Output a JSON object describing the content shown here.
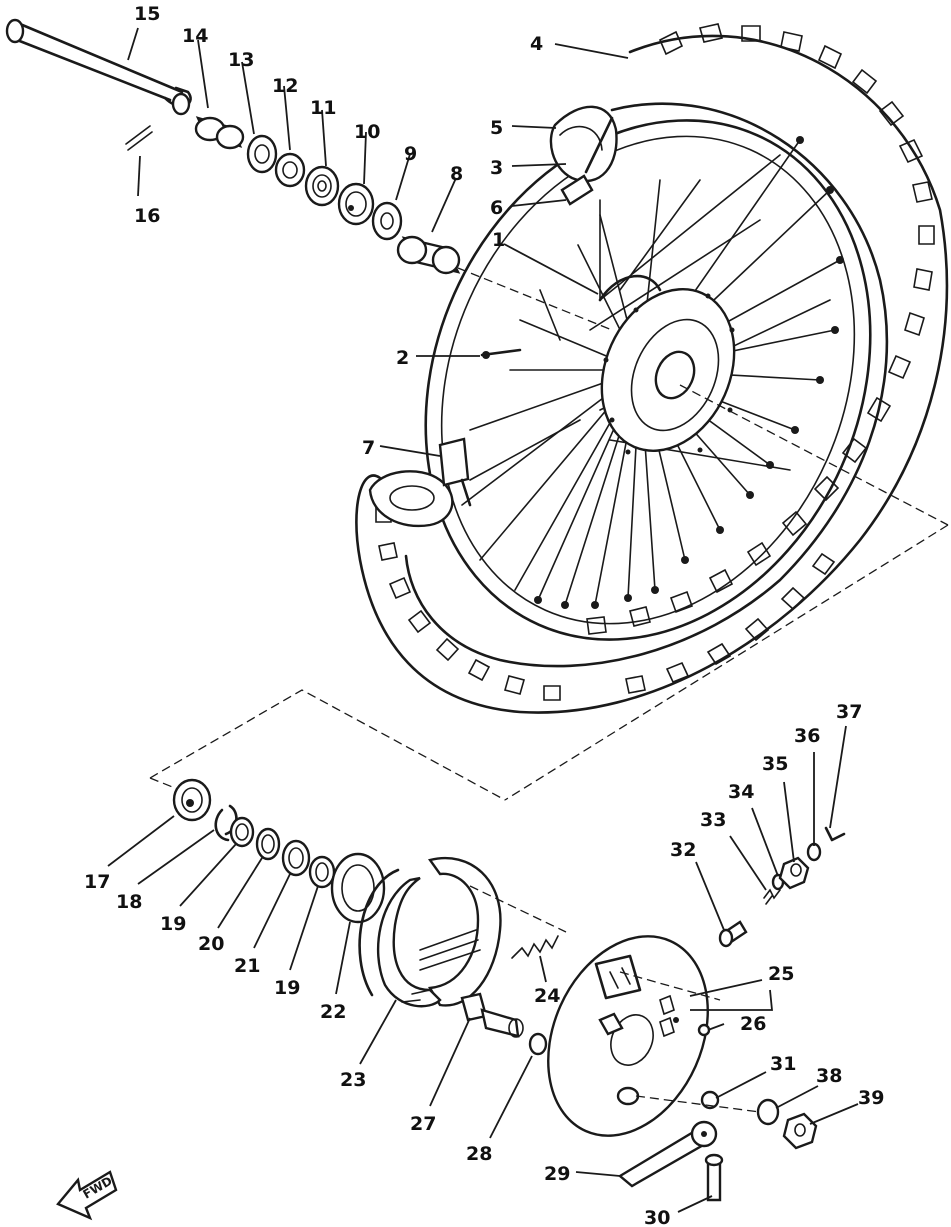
{
  "diagram": {
    "labels": [
      {
        "id": "p1",
        "text": "1"
      },
      {
        "id": "p2",
        "text": "2"
      },
      {
        "id": "p3",
        "text": "3"
      },
      {
        "id": "p4",
        "text": "4"
      },
      {
        "id": "p5",
        "text": "5"
      },
      {
        "id": "p6",
        "text": "6"
      },
      {
        "id": "p7",
        "text": "7"
      },
      {
        "id": "p8",
        "text": "8"
      },
      {
        "id": "p9",
        "text": "9"
      },
      {
        "id": "p10",
        "text": "10"
      },
      {
        "id": "p11",
        "text": "11"
      },
      {
        "id": "p12",
        "text": "12"
      },
      {
        "id": "p13",
        "text": "13"
      },
      {
        "id": "p14",
        "text": "14"
      },
      {
        "id": "p15",
        "text": "15"
      },
      {
        "id": "p16",
        "text": "16"
      },
      {
        "id": "p17",
        "text": "17"
      },
      {
        "id": "p18",
        "text": "18"
      },
      {
        "id": "p19a",
        "text": "19"
      },
      {
        "id": "p20",
        "text": "20"
      },
      {
        "id": "p21",
        "text": "21"
      },
      {
        "id": "p19b",
        "text": "19"
      },
      {
        "id": "p22",
        "text": "22"
      },
      {
        "id": "p23",
        "text": "23"
      },
      {
        "id": "p24",
        "text": "24"
      },
      {
        "id": "p25",
        "text": "25"
      },
      {
        "id": "p26",
        "text": "26"
      },
      {
        "id": "p27",
        "text": "27"
      },
      {
        "id": "p28",
        "text": "28"
      },
      {
        "id": "p29",
        "text": "29"
      },
      {
        "id": "p30",
        "text": "30"
      },
      {
        "id": "p31",
        "text": "31"
      },
      {
        "id": "p32",
        "text": "32"
      },
      {
        "id": "p33",
        "text": "33"
      },
      {
        "id": "p34",
        "text": "34"
      },
      {
        "id": "p35",
        "text": "35"
      },
      {
        "id": "p36",
        "text": "36"
      },
      {
        "id": "p37",
        "text": "37"
      },
      {
        "id": "p38",
        "text": "38"
      },
      {
        "id": "p39",
        "text": "39"
      }
    ],
    "fwd_arrow_text": "FWD",
    "ink_color": "#1a1a1a",
    "background_color": "#ffffff"
  }
}
